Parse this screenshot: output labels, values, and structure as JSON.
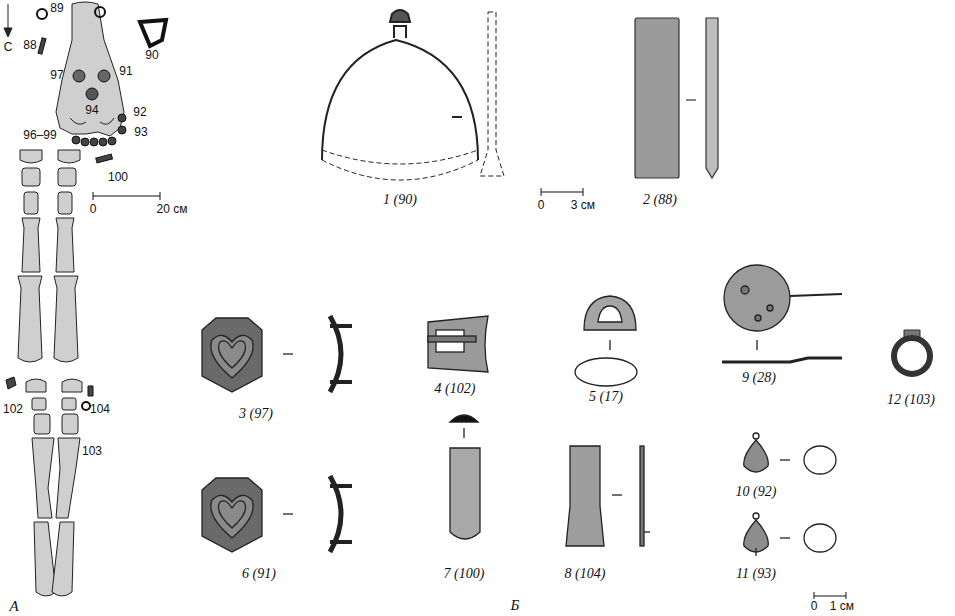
{
  "diagram": {
    "labels": [
      "89",
      "88",
      "С",
      "97",
      "91",
      "90",
      "94",
      "92",
      "96–99",
      "93",
      "100",
      "0",
      "20 см",
      "102",
      "104",
      "103",
      "А",
      "Б",
      "1 (90)",
      "2 (88)",
      "0",
      "3 см",
      "3 (97)",
      "4 (102)",
      "5 (17)",
      "9 (28)",
      "12 (103)",
      "6 (91)",
      "7 (100)",
      "8 (104)",
      "10 (92)",
      "11 (93)",
      "0",
      "1 см"
    ]
  }
}
